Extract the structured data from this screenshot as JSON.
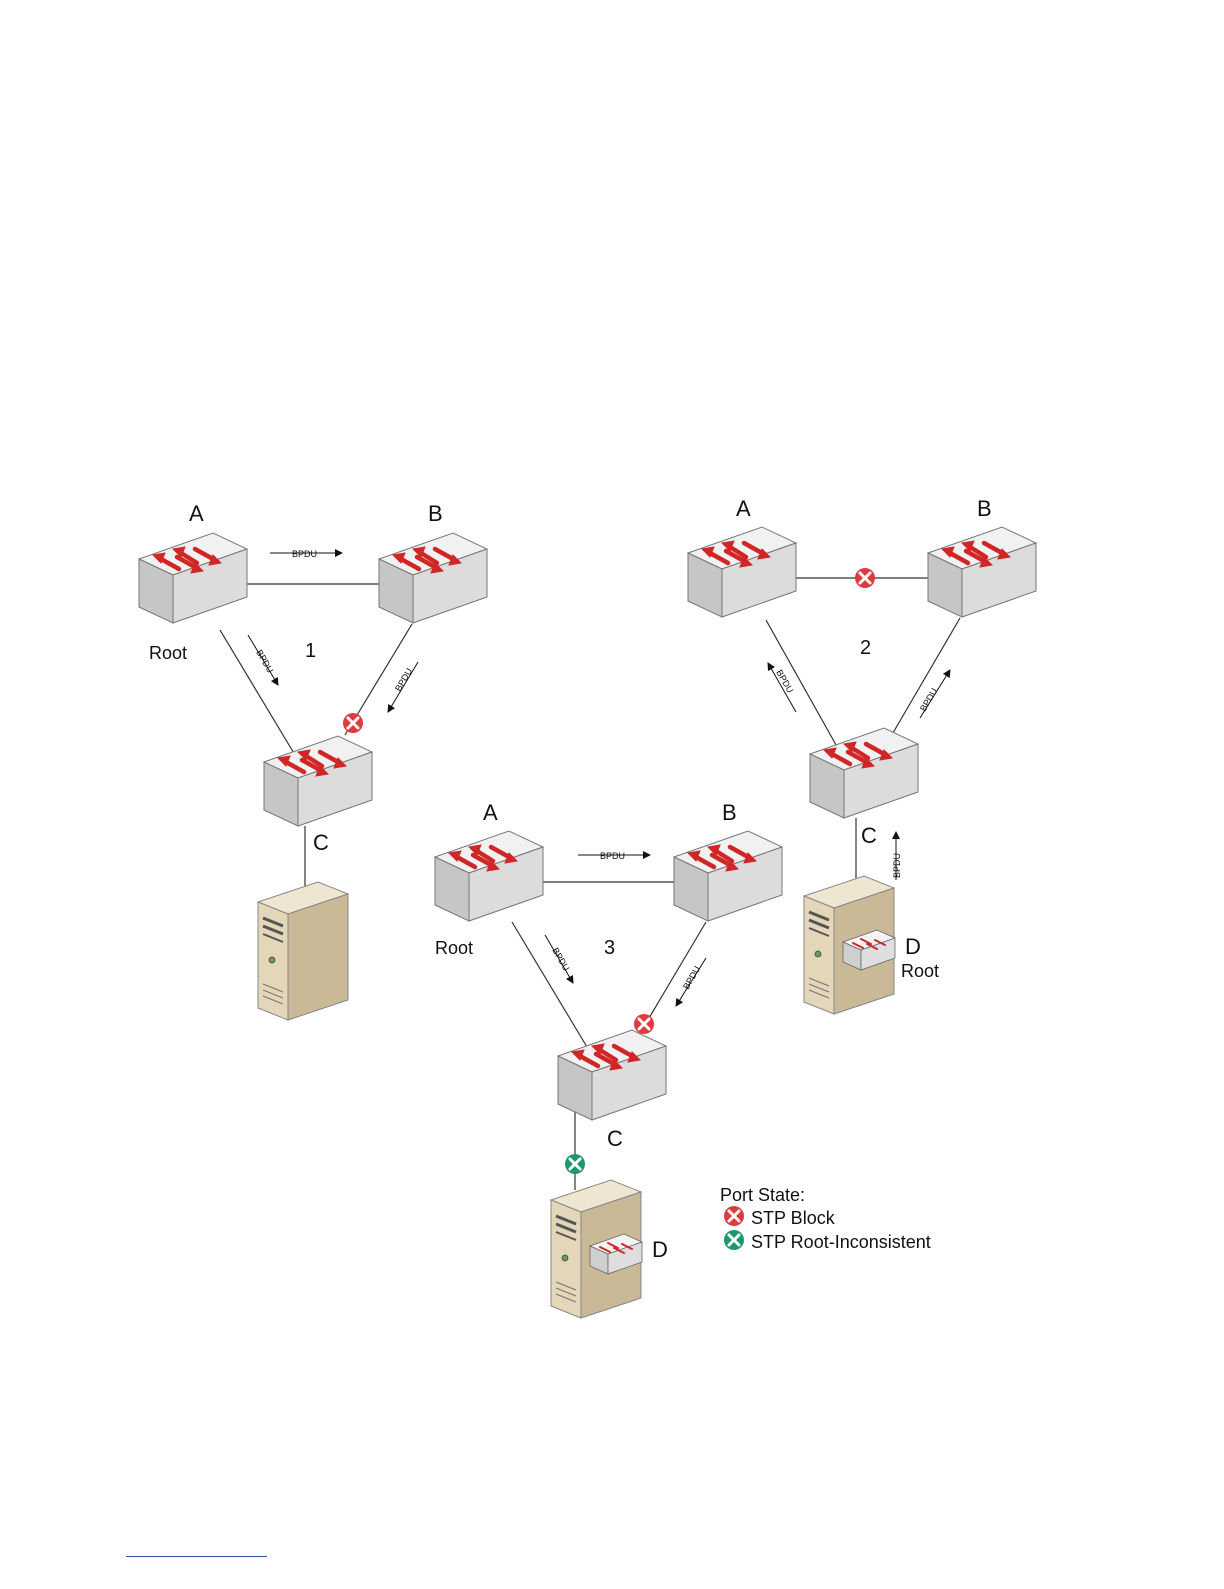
{
  "labels": {
    "switch_a": "A",
    "switch_b": "B",
    "switch_c": "C",
    "device_d": "D",
    "root": "Root",
    "bpdu": "BPDU"
  },
  "scenarios": [
    {
      "number": "1"
    },
    {
      "number": "2"
    },
    {
      "number": "3"
    }
  ],
  "legend": {
    "title": "Port State:",
    "items": [
      {
        "label": "STP Block",
        "color": "#e03a3e",
        "icon": "stp-block-icon"
      },
      {
        "label": "STP Root-Inconsistent",
        "color": "#1a9a6c",
        "icon": "stp-root-inconsistent-icon"
      }
    ]
  },
  "colors": {
    "switch_top": "#f2f2f2",
    "switch_side": "#c9c9c9",
    "switch_arrow": "#d42a2a",
    "server_body": "#e8dcc3",
    "server_side": "#cbbd9e",
    "link_line": "#333333",
    "footnote_rule": "#2f4ea6"
  }
}
